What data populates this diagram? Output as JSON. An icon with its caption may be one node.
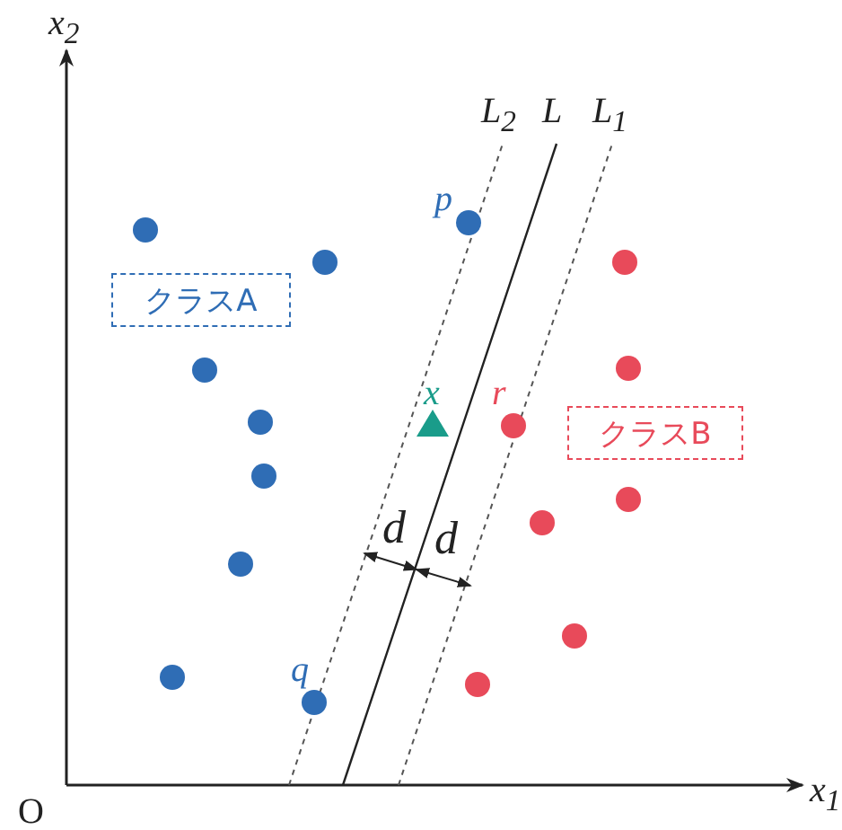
{
  "diagram": {
    "nodes": [
      {
        "text": [
          "クラスA"
        ]
      },
      {
        "text": [
          "クラスB"
        ]
      }
    ],
    "edges": [],
    "labels": [
      "x$_{2}$",
      "L$_{2}$",
      "L",
      "L$_{1}$",
      "p",
      "x",
      "r",
      "d",
      "d",
      "q",
      "O",
      "x$_{1}$"
    ]
  }
}
